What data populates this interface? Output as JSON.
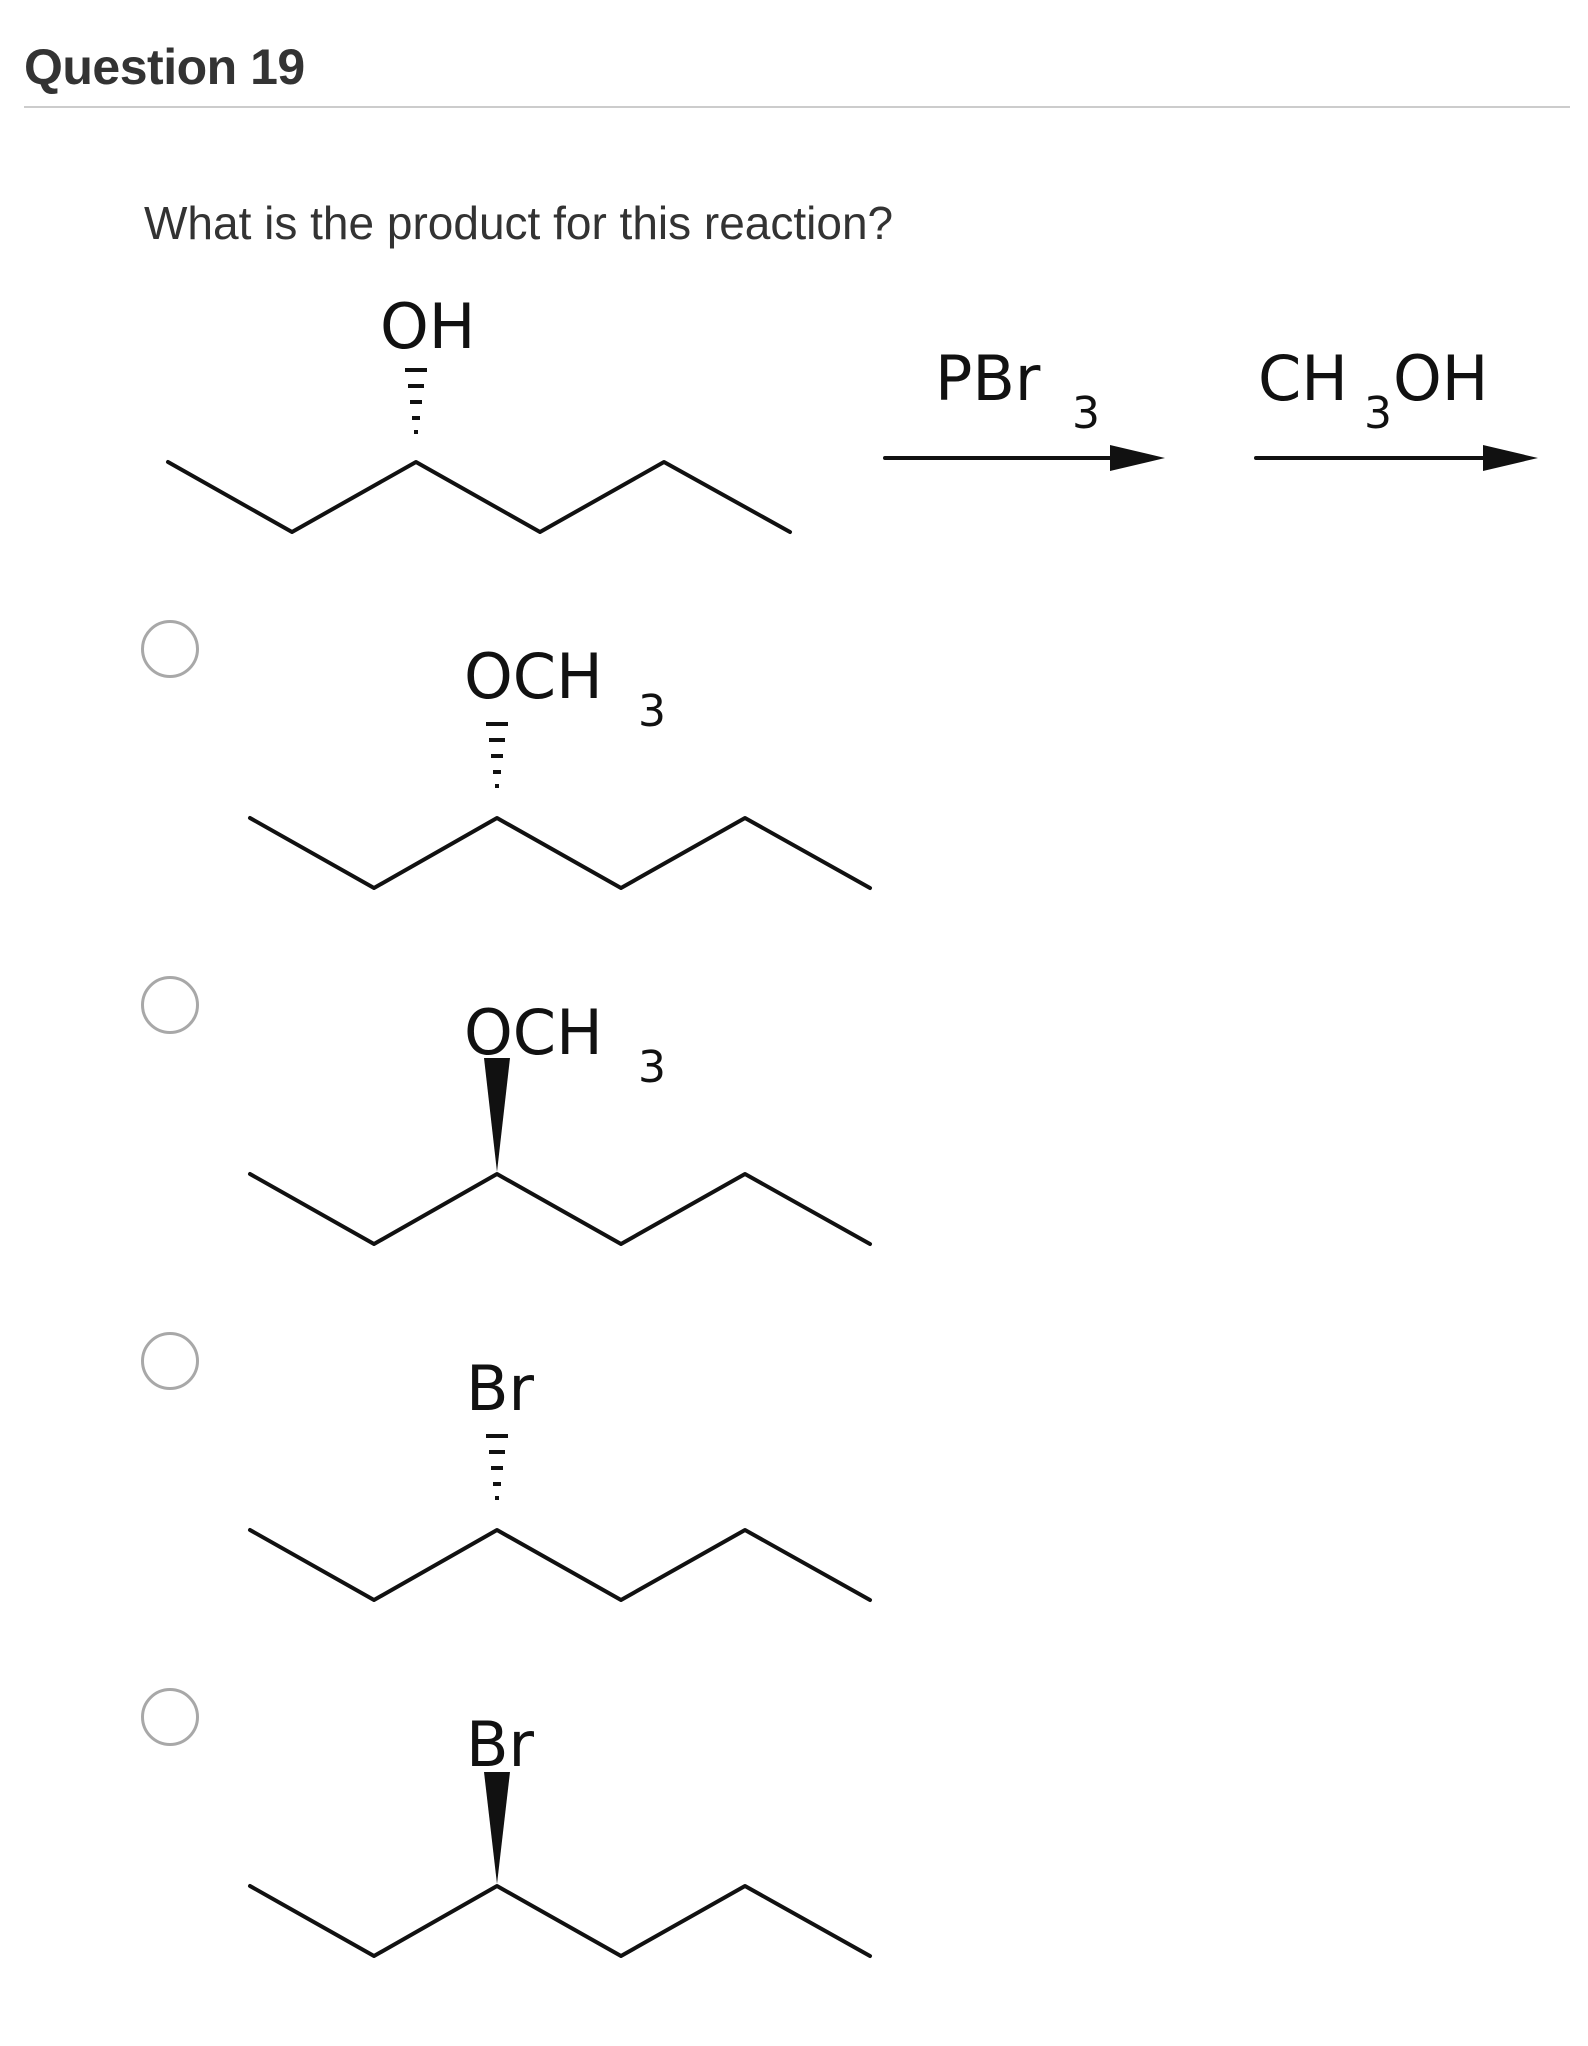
{
  "question": {
    "title": "Question 19",
    "prompt": "What is the product for this reaction?"
  },
  "reaction": {
    "reactant_label": "OH",
    "reagent1": "PBr",
    "reagent1_sub": "3",
    "reagent2_a": "CH",
    "reagent2_sub": "3",
    "reagent2_b": "OH"
  },
  "options": [
    {
      "label": "OCH",
      "sub": "3",
      "stereo": "hashed"
    },
    {
      "label": "OCH",
      "sub": "3",
      "stereo": "wedged"
    },
    {
      "label": "Br",
      "sub": "",
      "stereo": "hashed"
    },
    {
      "label": "Br",
      "sub": "",
      "stereo": "wedged"
    }
  ]
}
